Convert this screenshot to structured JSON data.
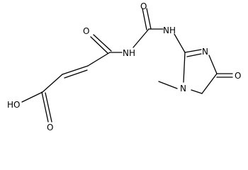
{
  "molecule": {
    "atoms": {
      "o_acid_oh": "HO",
      "o_acid_co": "O",
      "o_amide": "O",
      "n_amide": "NH",
      "o_urea": "O",
      "n_urea": "NH",
      "n_ring_imine": "N",
      "n_ring_methyl": "N",
      "o_ring": "O"
    },
    "colors": {
      "bond": "#000000",
      "label": "#000000",
      "background": "#ffffff"
    }
  }
}
